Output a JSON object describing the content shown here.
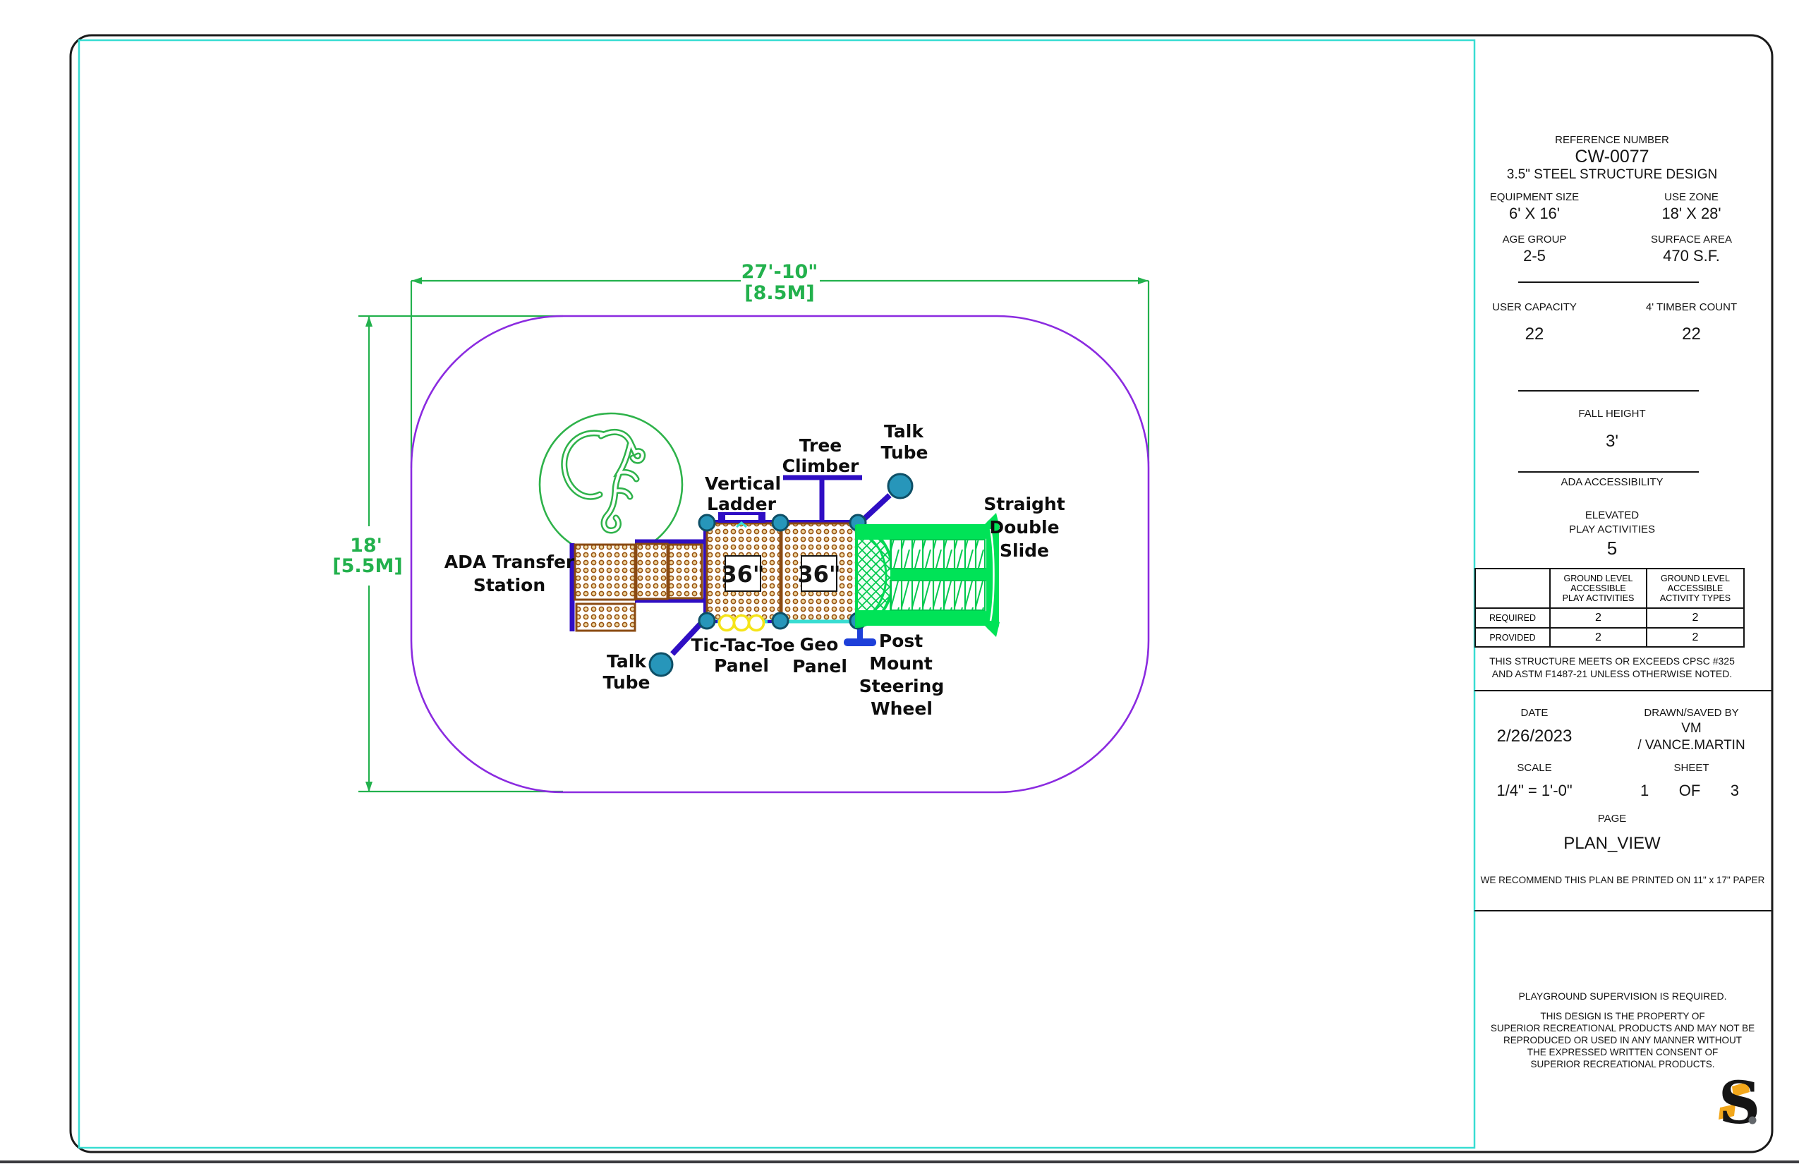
{
  "colors": {
    "dimension_green": "#23b14d",
    "use_zone_purple": "#8b2be0",
    "structure_navy": "#2f0ec4",
    "post_teal": "#2796ba",
    "panel_cyan": "#38ddd2",
    "slide_green": "#00e357",
    "deck_brown": "#8a4a12",
    "tictactoe_yellow": "#f5e419",
    "steering_blue": "#1d3fd9",
    "logo_yellow": "#f2a71b"
  },
  "plan": {
    "dimensions": {
      "width": "27'-10\"",
      "width_metric": "[8.5M]",
      "height": "18'",
      "height_metric": "[5.5M]"
    },
    "labels": {
      "ada": [
        "ADA Transfer",
        "Station"
      ],
      "vertical_ladder": [
        "Vertical",
        "Ladder"
      ],
      "tree_climber": [
        "Tree",
        "Climber"
      ],
      "talk_tube_top": [
        "Talk",
        "Tube"
      ],
      "talk_tube_bottom": [
        "Talk",
        "Tube"
      ],
      "slide": [
        "Straight",
        "Double",
        "Slide"
      ],
      "tic_tac_toe": [
        "Tic-Tac-Toe",
        "Panel"
      ],
      "geo_panel": [
        "Geo",
        "Panel"
      ],
      "steering_wheel": [
        "Post",
        "Mount",
        "Steering",
        "Wheel"
      ],
      "deck_left": "36\"",
      "deck_right": "36\""
    }
  },
  "title_block": {
    "reference": {
      "label": "REFERENCE NUMBER",
      "value": "CW-0077",
      "design": "3.5\" STEEL STRUCTURE DESIGN"
    },
    "equipment_size": {
      "label": "EQUIPMENT SIZE",
      "value": "6' X 16'"
    },
    "use_zone": {
      "label": "USE ZONE",
      "value": "18' X 28'"
    },
    "age_group": {
      "label": "AGE GROUP",
      "value": "2-5"
    },
    "surface_area": {
      "label": "SURFACE AREA",
      "value": "470 S.F."
    },
    "user_capacity": {
      "label": "USER CAPACITY",
      "value": "22"
    },
    "timber_count": {
      "label": "4' TIMBER COUNT",
      "value": "22"
    },
    "fall_height": {
      "label": "FALL HEIGHT",
      "value": "3'"
    },
    "ada": {
      "label": "ADA ACCESSIBILITY",
      "elevated_line1": "ELEVATED",
      "elevated_line2": "PLAY ACTIVITIES",
      "elevated_value": "5"
    },
    "table": {
      "col1_header": "GROUND LEVEL\nACCESSIBLE\nPLAY ACTIVITIES",
      "col2_header": "GROUND LEVEL\nACCESSIBLE\nACTIVITY TYPES",
      "row1": {
        "label": "REQUIRED",
        "col1": "2",
        "col2": "2"
      },
      "row2": {
        "label": "PROVIDED",
        "col1": "2",
        "col2": "2"
      }
    },
    "compliance_note": "THIS STRUCTURE MEETS OR EXCEEDS CPSC #325\nAND ASTM F1487-21 UNLESS OTHERWISE NOTED.",
    "date": {
      "label": "DATE",
      "value": "2/26/2023"
    },
    "drawn_by": {
      "label": "DRAWN/SAVED BY",
      "initials": "VM",
      "name": "/ VANCE.MARTIN"
    },
    "scale": {
      "label": "SCALE",
      "value": "1/4\" = 1'-0\""
    },
    "sheet": {
      "label": "SHEET",
      "number": "1",
      "of": "OF",
      "total": "3"
    },
    "page": {
      "label": "PAGE",
      "value": "PLAN_VIEW"
    },
    "print_note": "WE RECOMMEND THIS PLAN BE PRINTED ON 11\" x 17\" PAPER",
    "supervision_note": "PLAYGROUND SUPERVISION IS REQUIRED.",
    "property_note": "THIS DESIGN IS THE PROPERTY OF\nSUPERIOR RECREATIONAL PRODUCTS AND MAY NOT BE\nREPRODUCED OR USED IN ANY MANNER WITHOUT\nTHE EXPRESSED WRITTEN CONSENT OF\nSUPERIOR RECREATIONAL PRODUCTS.",
    "logo_letter": "S"
  }
}
